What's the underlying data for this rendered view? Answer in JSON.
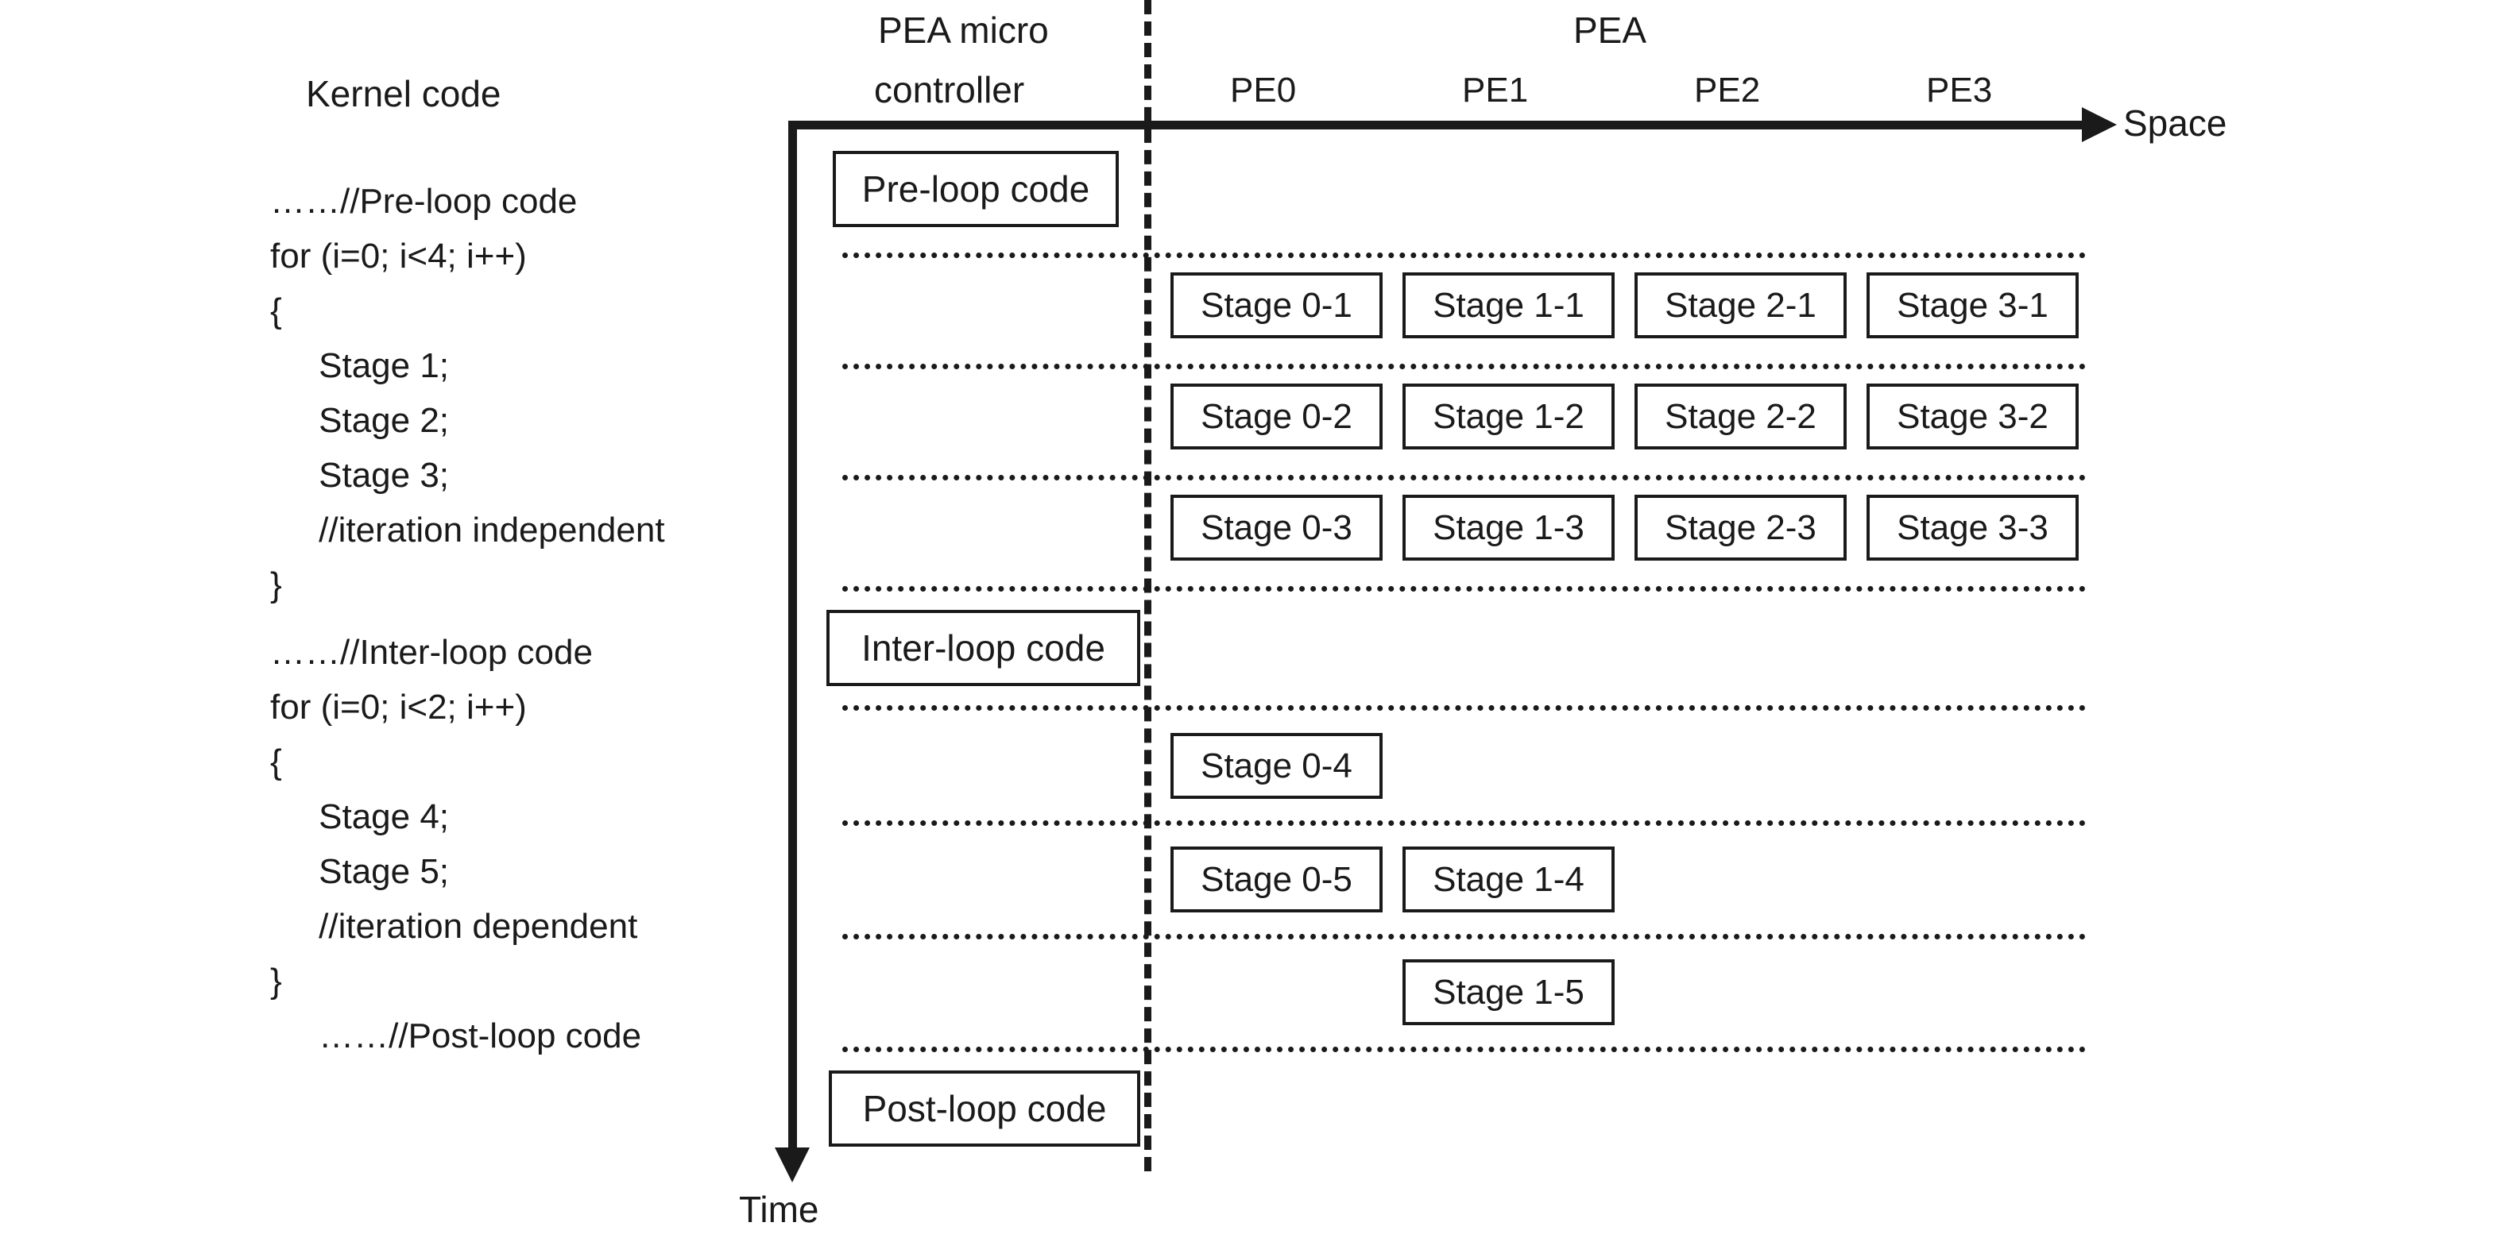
{
  "headers": {
    "kernel_code": "Kernel code",
    "pea_micro_controller_line1": "PEA micro",
    "pea_micro_controller_line2": "controller",
    "pea": "PEA"
  },
  "axes": {
    "space_label": "Space",
    "time_label": "Time"
  },
  "pe_columns": [
    {
      "label": "PE0"
    },
    {
      "label": "PE1"
    },
    {
      "label": "PE2"
    },
    {
      "label": "PE3"
    }
  ],
  "kernel_code_lines": [
    "……//Pre-loop code",
    "for (i=0; i<4; i++)",
    "{",
    "     Stage 1;",
    "     Stage 2;",
    "     Stage 3;",
    "     //iteration independent",
    "}",
    "……//Inter-loop code",
    "for (i=0; i<2; i++)",
    "{",
    "     Stage 4;",
    "     Stage 5;",
    "     //iteration dependent",
    "}",
    "     ……//Post-loop code"
  ],
  "microcontroller_blocks": [
    {
      "label": "Pre-loop code"
    },
    {
      "label": "Inter-loop code"
    },
    {
      "label": "Post-loop code"
    }
  ],
  "pea_schedule": [
    {
      "row": 1,
      "cells": [
        "Stage 0-1",
        "Stage 1-1",
        "Stage 2-1",
        "Stage 3-1"
      ]
    },
    {
      "row": 2,
      "cells": [
        "Stage 0-2",
        "Stage 1-2",
        "Stage 2-2",
        "Stage 3-2"
      ]
    },
    {
      "row": 3,
      "cells": [
        "Stage 0-3",
        "Stage 1-3",
        "Stage 2-3",
        "Stage 3-3"
      ]
    },
    {
      "row": 4,
      "cells": [
        "Stage 0-4",
        "",
        "",
        ""
      ]
    },
    {
      "row": 5,
      "cells": [
        "Stage 0-5",
        "Stage 1-4",
        "",
        ""
      ]
    },
    {
      "row": 6,
      "cells": [
        "",
        "Stage 1-5",
        "",
        ""
      ]
    }
  ],
  "colors": {
    "ink": "#1a1a1a",
    "background": "#ffffff"
  }
}
